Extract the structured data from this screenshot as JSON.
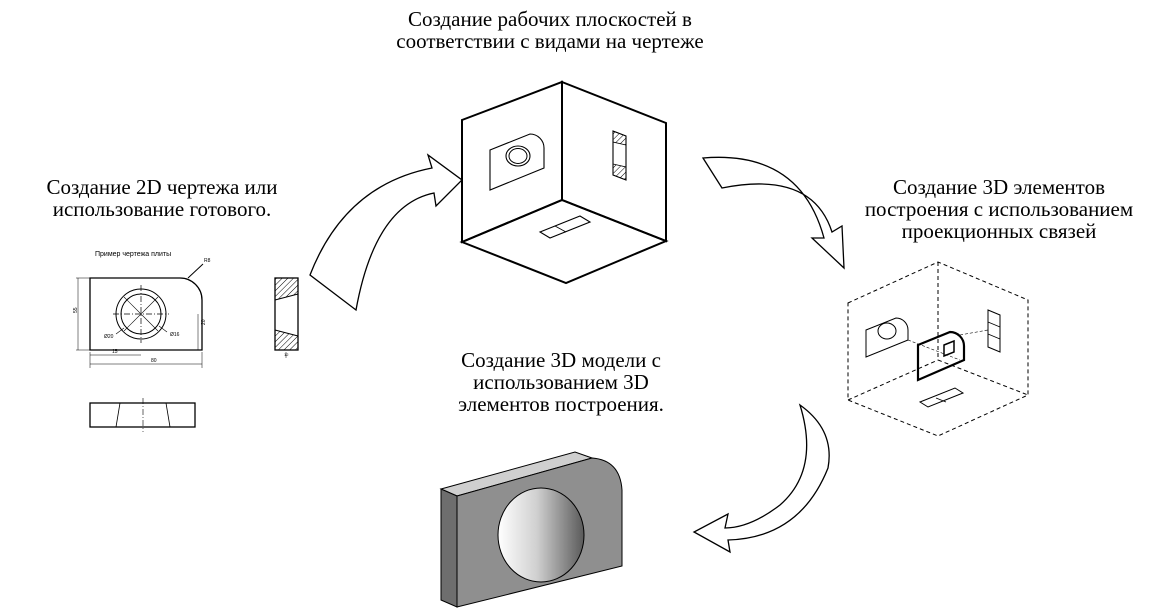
{
  "steps": {
    "workplanes": {
      "line1": "Создание рабочих плоскостей в",
      "line2": "соответствии с видами на чертеже"
    },
    "drawing2d": {
      "line1": "Создание 2D чертежа или",
      "line2": "использование готового."
    },
    "elements3d": {
      "line1": "Создание 3D элементов",
      "line2": "построения с использованием",
      "line3": "проекционных связей"
    },
    "model3d": {
      "line1": "Создание 3D модели с",
      "line2": "использованием 3D",
      "line3": "элементов построения."
    }
  },
  "drawing": {
    "caption": "Пример чертежа плиты",
    "dims": {
      "radius": "R8",
      "outer_diameter": "Ø20",
      "inner_diameter": "Ø16",
      "width": "80",
      "part_width": "15",
      "height": "55",
      "side": "20",
      "thickness": "12"
    }
  },
  "colors": {
    "ink": "#000000",
    "model_light": "#a8a8a8",
    "model_mid": "#8c8c8c",
    "model_dark": "#6e6e6e"
  }
}
